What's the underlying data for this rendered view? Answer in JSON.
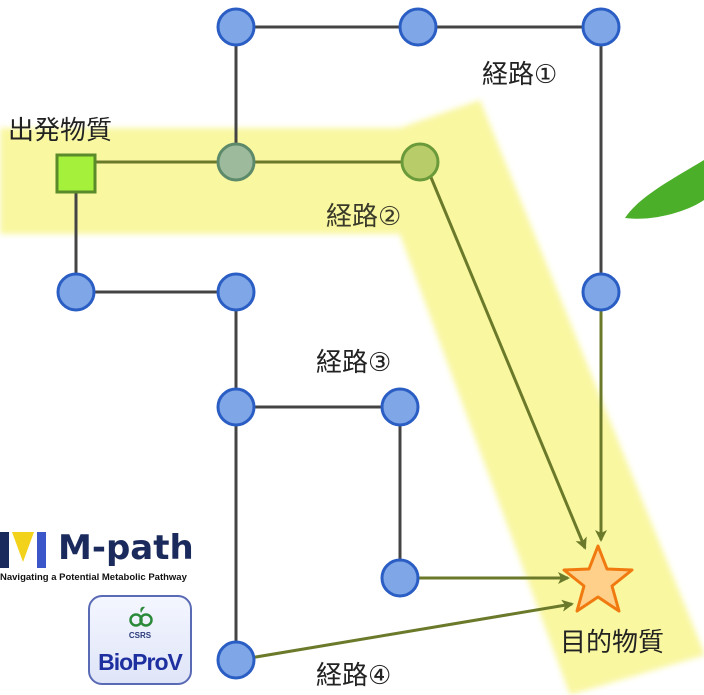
{
  "labels": {
    "start": "出発物質",
    "target": "目的物質",
    "route1": "経路①",
    "route2": "経路②",
    "route3": "経路③",
    "route4": "経路④"
  },
  "logos": {
    "mpath_name": "M-path",
    "mpath_tagline": "Navigating a Potential Metabolic Pathway",
    "bioprov_name": "BioProV",
    "bioprov_org": "CSRS"
  },
  "colors": {
    "node_fill": "#7fa6e6",
    "node_stroke": "#2b5ec4",
    "edge": "#444444",
    "highlight": "#f6f36e",
    "highlighted_path": "#6b7a2a",
    "start_node": "#a4f03a",
    "target_star_fill": "#ffd08a",
    "target_star_stroke": "#f07a10",
    "leaf_green": "#4caf2a"
  },
  "icons": {
    "start": "square-node-icon",
    "target": "star-node-icon",
    "leaf": "leaf-icon"
  }
}
